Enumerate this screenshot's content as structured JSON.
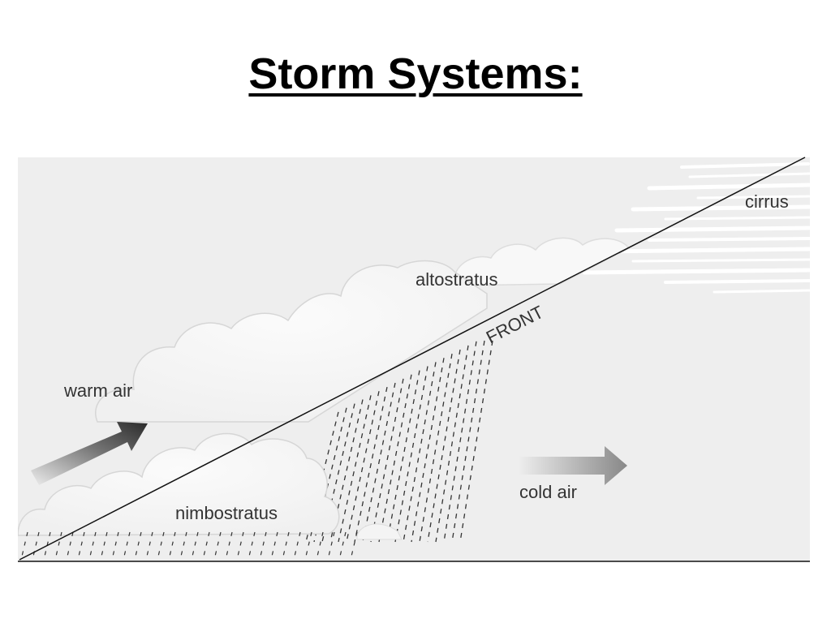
{
  "title": "Storm Systems:",
  "diagram": {
    "labels": {
      "cirrus": "cirrus",
      "altostratus": "altostratus",
      "front": "FRONT",
      "warm_air": "warm air",
      "nimbostratus": "nimbostratus",
      "cold_air": "cold air"
    }
  }
}
